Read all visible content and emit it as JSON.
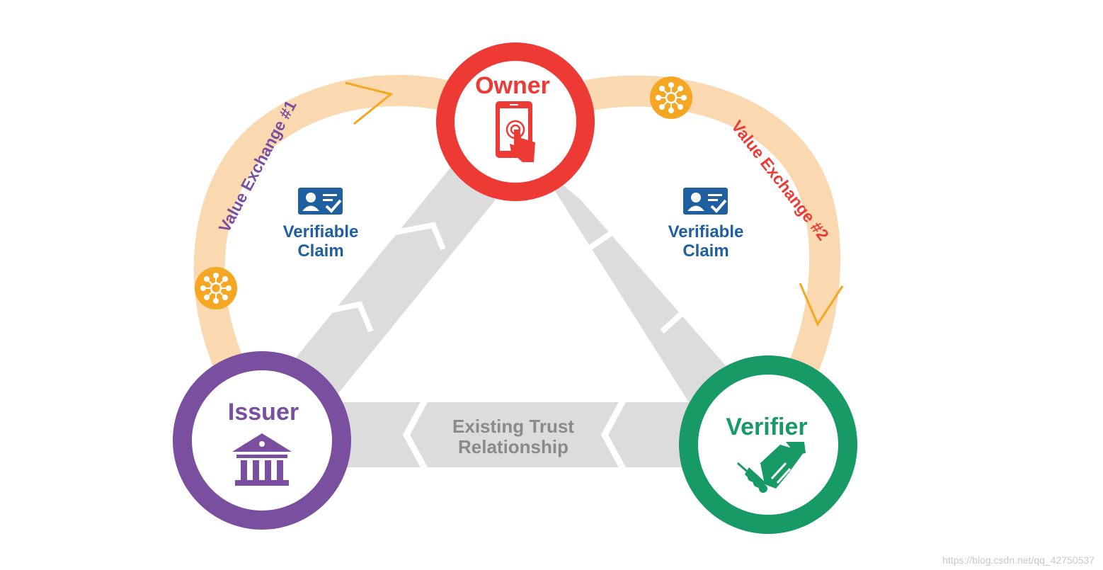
{
  "nodes": {
    "owner": {
      "title": "Owner",
      "color": "#ee3a35"
    },
    "issuer": {
      "title": "Issuer",
      "color": "#7b4f9f"
    },
    "verifier": {
      "title": "Verifier",
      "color": "#179a66"
    }
  },
  "claims": [
    {
      "line1": "Verifiable",
      "line2": "Claim",
      "color": "#1f5fa0"
    },
    {
      "line1": "Verifiable",
      "line2": "Claim",
      "color": "#1f5fa0"
    }
  ],
  "exchanges": [
    {
      "label": "Value Exchange #1",
      "color": "#7b4f9f"
    },
    {
      "label": "Value Exchange #2",
      "color": "#ee3a35"
    }
  ],
  "trust": {
    "line1": "Existing Trust",
    "line2": "Relationship",
    "color": "#8a8a8a"
  },
  "colors": {
    "arc": "#fad9b0",
    "arcArrow": "#f5a623",
    "token": "#f5a623",
    "band": "#dcdcdd"
  },
  "watermark": "https://blog.csdn.net/qq_42750537"
}
